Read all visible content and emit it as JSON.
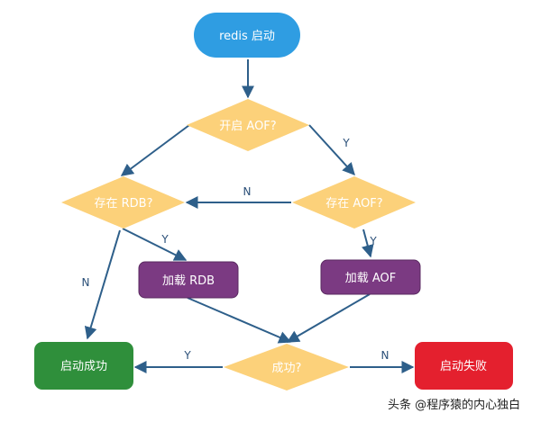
{
  "colors": {
    "start": "#2f9de2",
    "decision": "#fcd17a",
    "process": "#7b3a82",
    "success": "#2f8f3b",
    "failure": "#e4202e",
    "edge": "#2e5f8a"
  },
  "nodes": {
    "start": "redis 启动",
    "q_aof": "开启 AOF?",
    "q_rdb_exists": "存在 RDB?",
    "q_aof_exists": "存在 AOF?",
    "load_rdb": "加载 RDB",
    "load_aof": "加载 AOF",
    "q_success": "成功?",
    "success": "启动成功",
    "failure": "启动失败"
  },
  "edge_labels": {
    "aof_yes": "Y",
    "aof_exists_no": "N",
    "aof_exists_yes": "Y",
    "rdb_exists_yes": "Y",
    "rdb_exists_no": "N",
    "success_yes": "Y",
    "success_no": "N"
  },
  "watermark": "头条 @程序猿的内心独白"
}
